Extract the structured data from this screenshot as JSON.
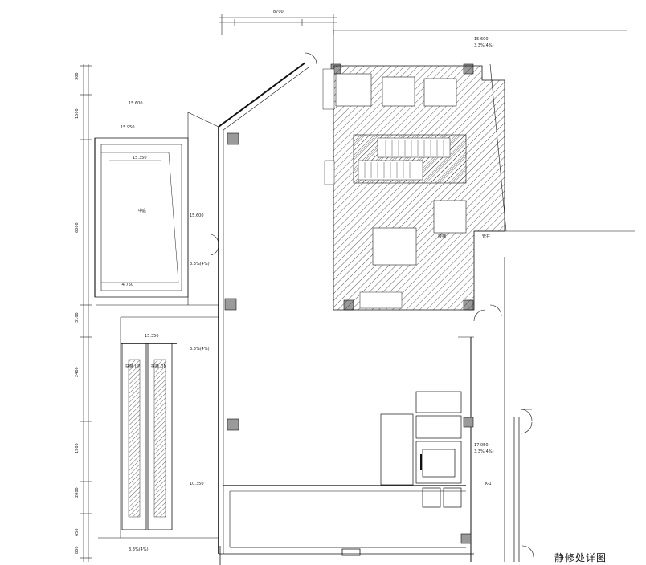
{
  "drawing": {
    "title": "静修处详图"
  },
  "dimensions": {
    "top_total": "8700",
    "left_chain": [
      "300",
      "1500",
      "6000",
      "3100",
      "2400",
      "1900",
      "2000",
      "650",
      "800"
    ]
  },
  "elevations": {
    "upper_left": "15.600",
    "upper_left_2": "15.950",
    "void_label": "15.350",
    "void_label_2": "-4.750",
    "main_mid": "15.600",
    "main_mid_2": "3.3%(4%)",
    "escalator_top": "15.350",
    "escalator_sub": "3.3%(4%)",
    "right_top": "15.600",
    "right_top_2": "3.3%(4%)",
    "bottom_left": "10.350",
    "bottom_left_2": "3.3%(4%)",
    "right_lower": "17.050",
    "right_lower_2": "3.3%(4%)"
  },
  "labels": {
    "escalator_a": "扶梯 UP",
    "escalator_b": "扶梯 DN",
    "stair_note": "楼梯",
    "void_note": "中庭",
    "shaft_note": "管井",
    "room_note": "K-1"
  }
}
